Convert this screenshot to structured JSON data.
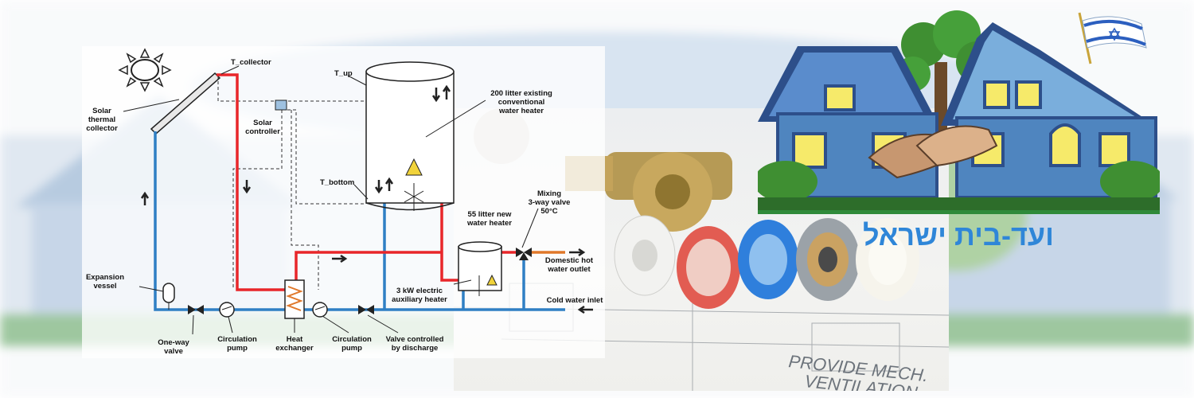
{
  "diagram": {
    "labels": {
      "solar_collector": "Solar\nthermal\ncollector",
      "t_collector": "T_collector",
      "solar_controller": "Solar\ncontroller",
      "t_up": "T_up",
      "t_bottom": "T_bottom",
      "existing_heater": "200 litter existing\nconventional\nwater heater",
      "new_heater": "55 litter new\nwater heater",
      "mixing_valve": "Mixing\n3-way valve\n50°C",
      "hot_outlet": "Domestic hot\nwater outlet",
      "aux_heater": "3 kW electric\nauxiliary heater",
      "cold_inlet": "Cold water inlet",
      "expansion_vessel": "Expansion\nvessel",
      "one_way_valve": "One-way\nvalve",
      "circ_pump_1": "Circulation\npump",
      "heat_exchanger": "Heat\nexchanger",
      "circ_pump_2": "Circulation\npump",
      "discharge_valve": "Valve controlled\nby discharge"
    },
    "colors": {
      "hot": "#e8262a",
      "cold": "#2f7fc4",
      "mix": "#e0782a",
      "control": "#333333"
    }
  },
  "logo": {
    "text": "ועד-בית ישראל",
    "colors": {
      "text": "#2f86d8",
      "house_blue": "#4f85bf",
      "roof": "#2d4f8a",
      "grass": "#2f8a3a",
      "tree": "#3f8f32",
      "window": "#f6ea6a"
    }
  },
  "photo": {
    "plan_text_1": "PROVIDE MECH.",
    "plan_text_2": "VENTILATION"
  }
}
